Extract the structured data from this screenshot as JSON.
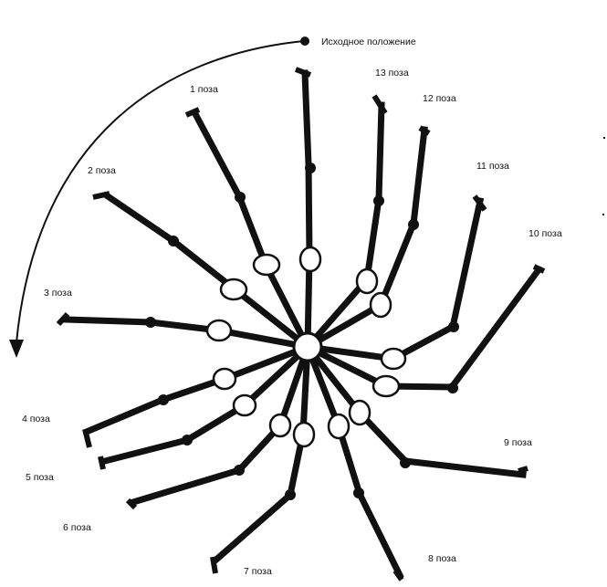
{
  "title": "Исходное положение",
  "poses": [
    {
      "id": "p1",
      "label": "1 поза"
    },
    {
      "id": "p2",
      "label": "2 поза"
    },
    {
      "id": "p3",
      "label": "3 поза"
    },
    {
      "id": "p4",
      "label": "4 поза"
    },
    {
      "id": "p5",
      "label": "5 поза"
    },
    {
      "id": "p6",
      "label": "6 поза"
    },
    {
      "id": "p7",
      "label": "7 поза"
    },
    {
      "id": "p8",
      "label": "8 поза"
    },
    {
      "id": "p9",
      "label": "9 поза"
    },
    {
      "id": "p10",
      "label": "10 поза"
    },
    {
      "id": "p11",
      "label": "11 поза"
    },
    {
      "id": "p12",
      "label": "12 поза"
    },
    {
      "id": "p13",
      "label": "13 поза"
    }
  ],
  "colors": {
    "ink": "#111111",
    "background": "#ffffff"
  }
}
